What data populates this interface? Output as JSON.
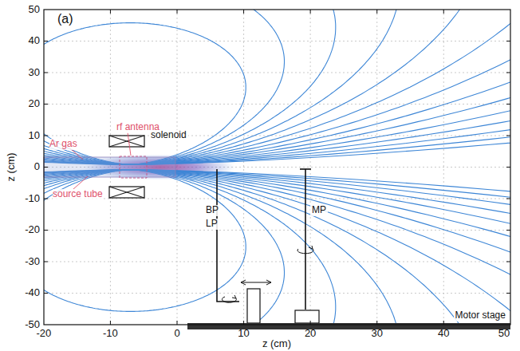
{
  "diagram": {
    "labels": [
      "50",
      "40",
      "30",
      "20",
      "10",
      "0",
      "-10",
      "-20",
      "-30",
      "-40",
      "-50",
      "-20",
      "-10",
      "0",
      "10",
      "20",
      "30",
      "40",
      "50",
      "z (cm)",
      "z (cm)",
      "(a)",
      "Ar gas",
      "rf antenna",
      "solenoid",
      "source tube",
      "BP",
      "LP",
      "MP",
      "Motor stage"
    ]
  }
}
